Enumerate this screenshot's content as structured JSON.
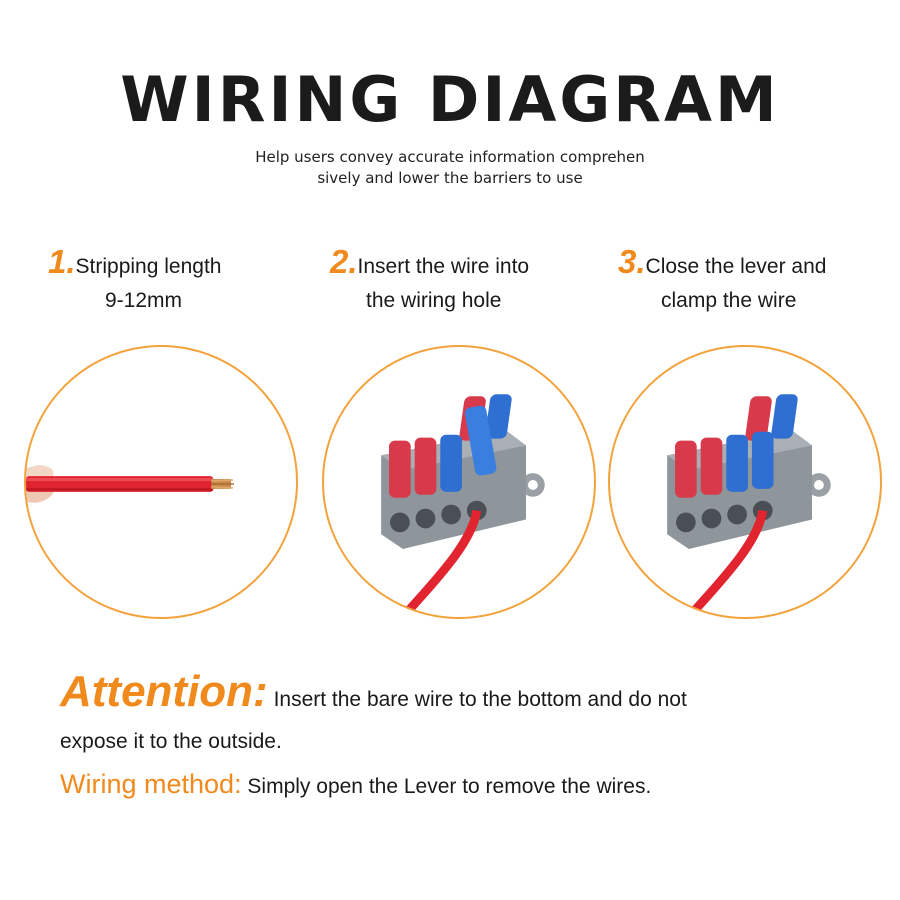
{
  "header": {
    "title": "WIRING DIAGRAM",
    "subtitle_line1": "Help users convey accurate information comprehen",
    "subtitle_line2": "sively and lower the barriers to use"
  },
  "steps": [
    {
      "number": "1.",
      "line1": "Stripping length",
      "line2": "9-12mm",
      "icon": "stripped-wire-photo"
    },
    {
      "number": "2.",
      "line1": "Insert the wire into",
      "line2": "the wiring hole",
      "icon": "connector-open-lever-photo"
    },
    {
      "number": "3.",
      "line1": "Close the lever and",
      "line2": "clamp the wire",
      "icon": "connector-closed-lever-photo"
    }
  ],
  "attention": {
    "label": "Attention:",
    "text_line1": "Insert the bare wire to the bottom and do not",
    "text_line2": "expose it to the outside."
  },
  "wiring_method": {
    "label": "Wiring method:",
    "text": "Simply open the Lever to remove the wires."
  },
  "colors": {
    "accent_orange": "#f08a1c",
    "circle_border": "#f3a23c",
    "connector_gray": "#8e959b",
    "lever_red": "#d93a4b",
    "lever_blue": "#2f6fd1",
    "wire_red": "#e1242f"
  }
}
